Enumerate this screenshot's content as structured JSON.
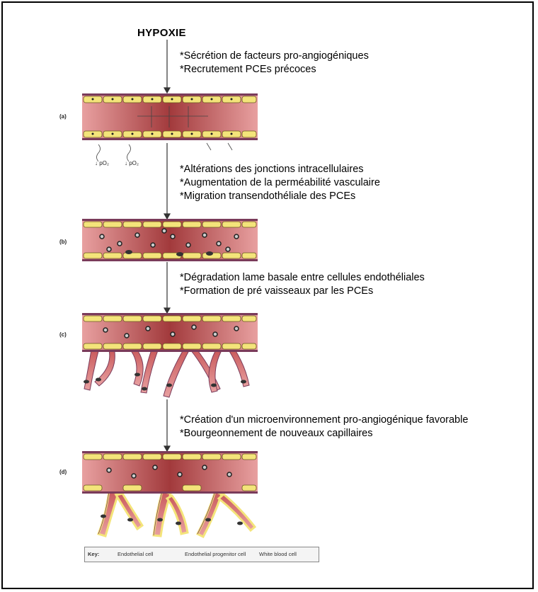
{
  "title": "HYPOXIE",
  "steps": [
    {
      "lines": [
        "*Sécrétion de facteurs pro-angiogéniques",
        "*Recrutement PCEs précoces"
      ]
    },
    {
      "lines": [
        "*Altérations des jonctions intracellulaires",
        "*Augmentation de la perméabilité vasculaire",
        "*Migration transendothéliale des PCEs"
      ]
    },
    {
      "lines": [
        "*Dégradation lame basale entre cellules endothéliales",
        "*Formation de pré vaisseaux par les PCEs"
      ]
    },
    {
      "lines": [
        "*Création d'un microenvironnement pro-angiogénique favorable",
        "*Bourgeonnement de nouveaux capillaires"
      ]
    }
  ],
  "panels": [
    "(a)",
    "(b)",
    "(c)",
    "(d)"
  ],
  "po2_labels": [
    "↓ pO₂",
    "↓ pO₂"
  ],
  "key": {
    "label": "Key:",
    "items": [
      "Endothelial cell",
      "Endothelial progenitor cell",
      "White blood cell"
    ]
  },
  "colors": {
    "lumen_dark": "#a23a3c",
    "lumen_light": "#e8a0a0",
    "endothelial": "#f4e47a",
    "membrane": "#7a3b5a",
    "epc": "#3a3a3a"
  }
}
